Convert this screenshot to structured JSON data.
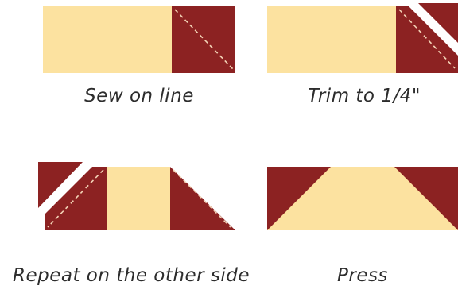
{
  "colors": {
    "background": "#ffffff",
    "fabric_light": "#fce2a0",
    "fabric_dark": "#8c2222",
    "stitch_line": "#f3d3b6"
  },
  "steps": [
    {
      "caption": "Sew on line"
    },
    {
      "caption": "Trim to 1/4\""
    },
    {
      "caption": "Repeat on the other side"
    },
    {
      "caption": "Press"
    }
  ]
}
